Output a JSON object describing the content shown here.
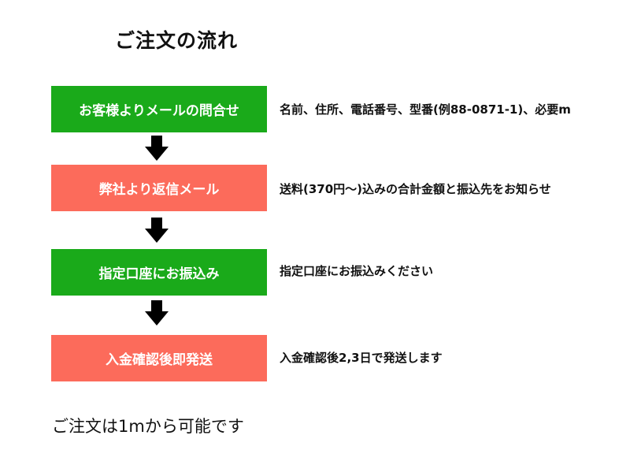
{
  "title": "ご注文の流れ",
  "steps": [
    {
      "label": "お客様よりメールの問合せ",
      "description": "名前、住所、電話番号、型番(例88-0871-1)、必要m",
      "color": "#1aaa1a"
    },
    {
      "label": "弊社より返信メール",
      "description": "送料(370円〜)込みの合計金額と振込先をお知らせ",
      "color": "#fc6b5b"
    },
    {
      "label": "指定口座にお振込み",
      "description": "指定口座にお振込みください",
      "color": "#1aaa1a"
    },
    {
      "label": "入金確認後即発送",
      "description": "入金確認後2,3日で発送します",
      "color": "#fc6b5b"
    }
  ],
  "footer_note": "ご注文は1mから可能です"
}
